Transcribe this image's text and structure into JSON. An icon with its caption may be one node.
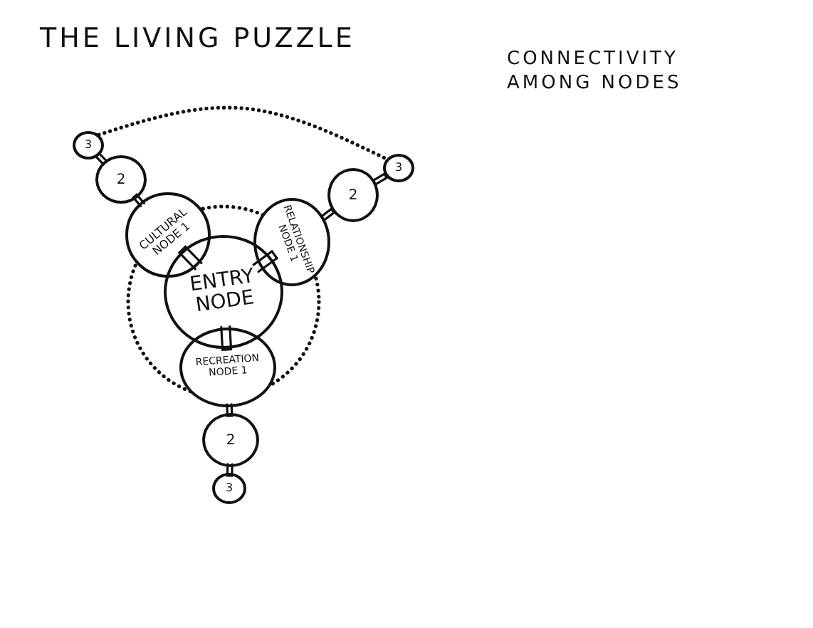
{
  "diagram": {
    "title": "THE LIVING PUZZLE",
    "nodes": [
      {
        "text": [
          "ENTRY NODE"
        ]
      },
      {
        "text": [
          "CULTURAL NODE 1"
        ]
      },
      {
        "text": [
          "RELATIONSHIP NODE 1"
        ]
      },
      {
        "text": [
          "RECREATION NODE 1"
        ]
      },
      {
        "text": [
          "2"
        ]
      },
      {
        "text": [
          "3"
        ]
      },
      {
        "text": [
          "2"
        ]
      },
      {
        "text": [
          "3"
        ]
      },
      {
        "text": [
          "2"
        ]
      },
      {
        "text": [
          "3"
        ]
      }
    ],
    "edges": [
      {
        "from": 0,
        "to": 1,
        "arrow": "none"
      },
      {
        "from": 0,
        "to": 2,
        "arrow": "none"
      },
      {
        "from": 0,
        "to": 3,
        "arrow": "none"
      },
      {
        "from": 1,
        "to": 4,
        "arrow": "none"
      },
      {
        "from": 4,
        "to": 5,
        "arrow": "none"
      },
      {
        "from": 2,
        "to": 6,
        "arrow": "none"
      },
      {
        "from": 6,
        "to": 7,
        "arrow": "none"
      },
      {
        "from": 3,
        "to": 8,
        "arrow": "none"
      },
      {
        "from": 8,
        "to": 9,
        "arrow": "none"
      },
      {
        "from": 5,
        "to": 7,
        "arrow": "none",
        "style": "dashed"
      }
    ],
    "labels": [
      "CONNECTIVITY AMONG NODES"
    ]
  }
}
